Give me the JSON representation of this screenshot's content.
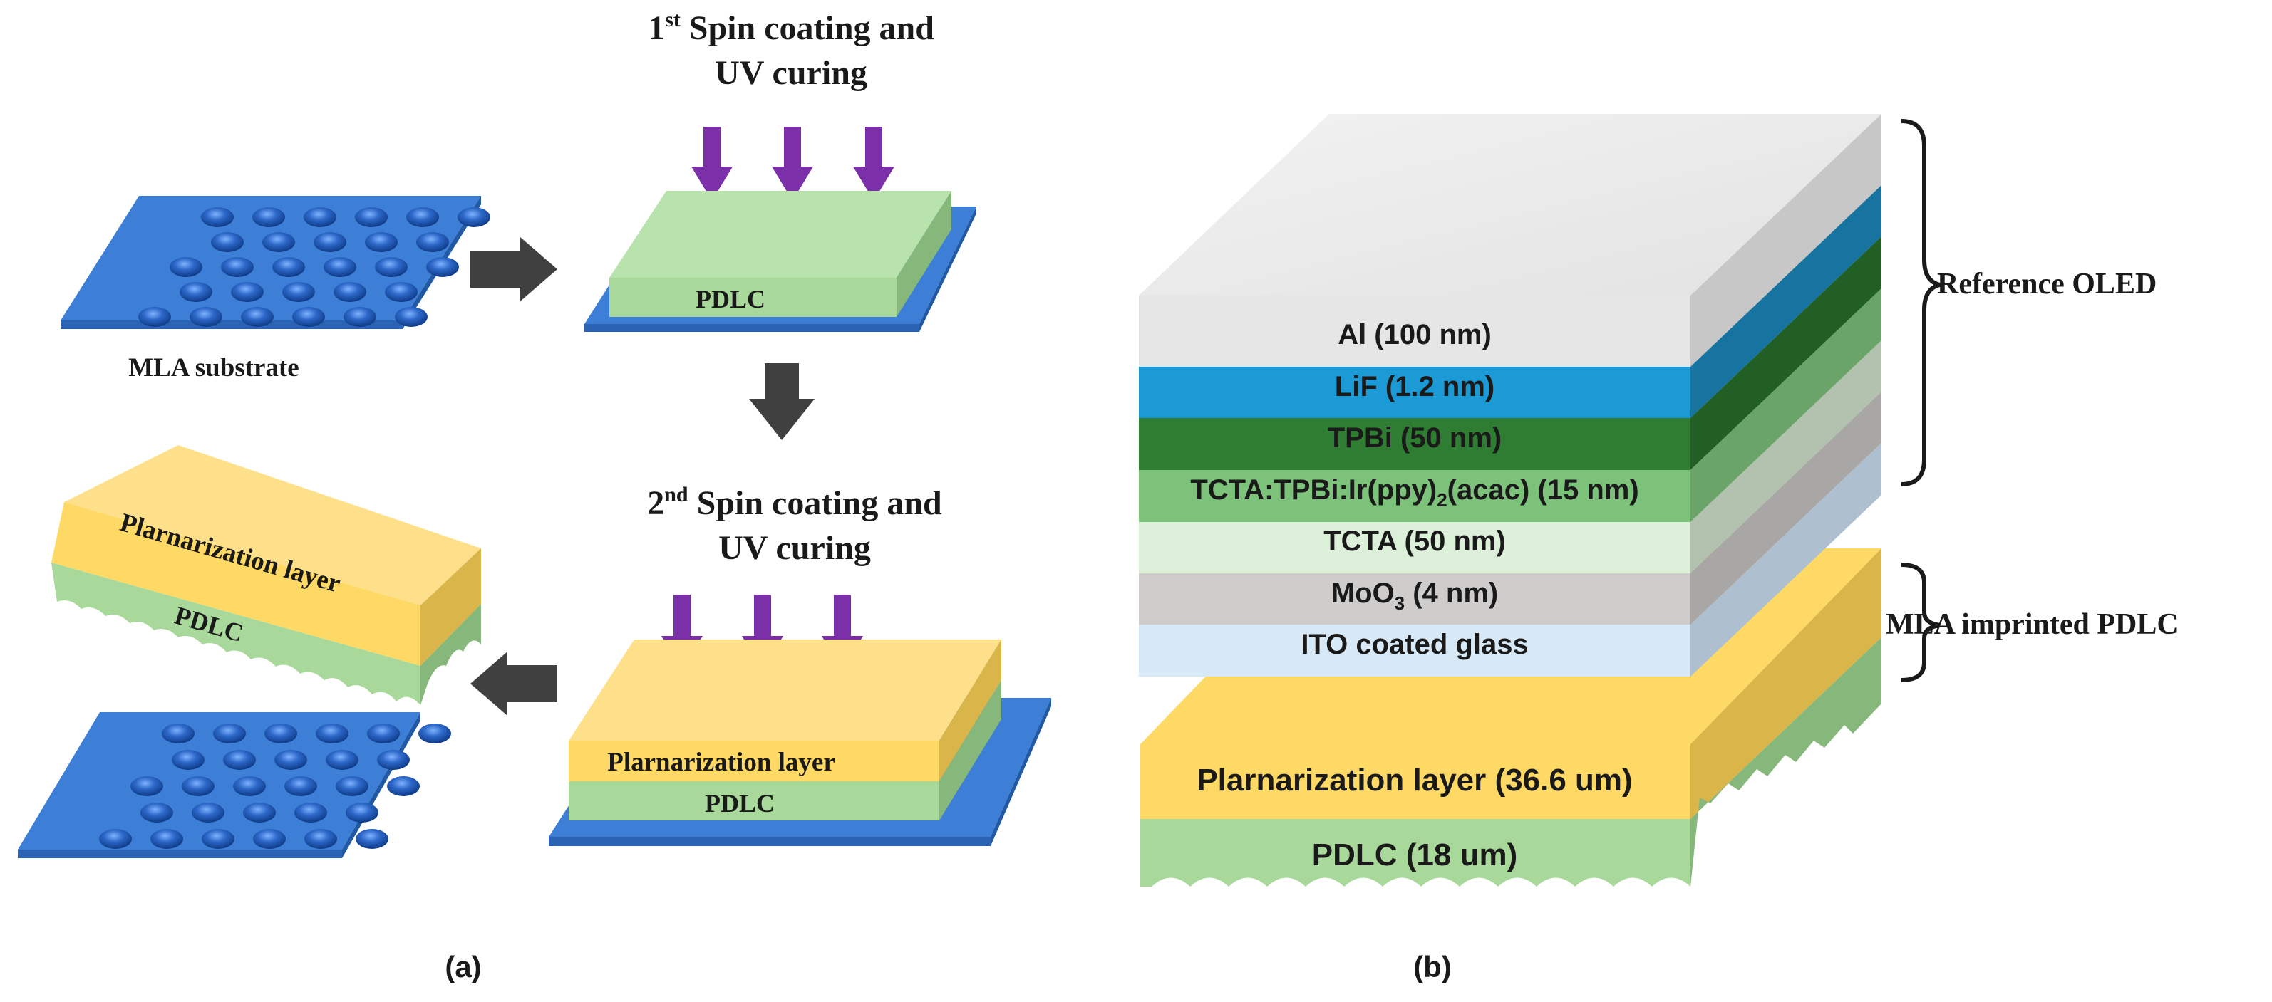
{
  "panel_a": {
    "step1_line1_prefix": "1",
    "step1_line1_sup": "st",
    "step1_line1_rest": " Spin coating and",
    "step1_line2": "UV curing",
    "step2_line1_prefix": "2",
    "step2_line1_sup": "nd",
    "step2_line1_rest": " Spin coating and",
    "step2_line2": "UV curing",
    "mla_substrate_label": "MLA substrate",
    "pdlc_label": "PDLC",
    "planarization_label": "Plarnarization layer",
    "panel_label": "(a)"
  },
  "panel_b": {
    "layers": {
      "al": "Al (100 nm)",
      "lif": "LiF (1.2 nm)",
      "tpbi": "TPBi (50 nm)",
      "eml_prefix": "TCTA:TPBi:Ir(ppy)",
      "eml_sub": "2",
      "eml_suffix": "(acac) (15 nm)",
      "tcta": "TCTA (50 nm)",
      "moo_prefix": "MoO",
      "moo_sub": "3",
      "moo_suffix": " (4 nm)",
      "ito": "ITO coated glass",
      "planarization": "Plarnarization layer (36.6 um)",
      "pdlc": "PDLC (18 um)"
    },
    "bracket_reference": "Reference OLED",
    "bracket_mla": "MLA imprinted PDLC",
    "panel_label": "(b)"
  },
  "colors": {
    "substrate_blue": "#3d7fd6",
    "lens_blue": "#1f57b0",
    "pdlc_green": "#a8d99a",
    "planarization_yellow": "#ffdc73",
    "uv_purple": "#7b2fa8",
    "arrow_gray": "#404040",
    "al_gray": "#e6e6e6",
    "lif_blue": "#1b9ad6",
    "tpbi_green": "#2e7d32",
    "eml_green": "#7cc27a",
    "tcta_lightgreen": "#dcefd8",
    "moo_gray": "#cfcccc",
    "ito_lightblue": "#d7e8f6"
  }
}
